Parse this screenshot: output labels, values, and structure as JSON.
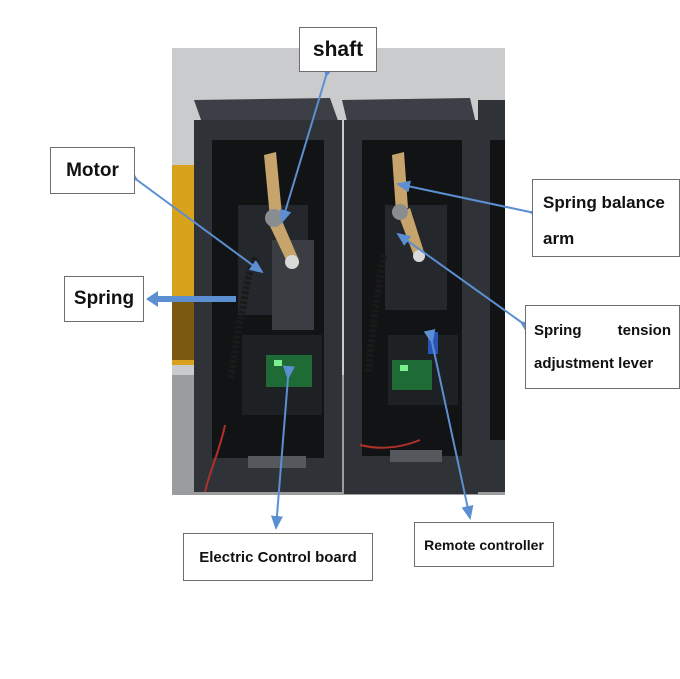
{
  "labels": {
    "shaft": "shaft",
    "motor": "Motor",
    "spring": "Spring",
    "spring_balance_arm": "Spring balance arm",
    "spring_tension_adjustment_lever": "Spring tension adjustment lever",
    "electric_control_board": "Electric Control board",
    "remote_controller": "Remote controller"
  },
  "colors": {
    "arrow": "#5b8fd1",
    "cabinet": "#2f3338",
    "cabinet_frame": "#4a4f55",
    "cabinet_interior": "#111315",
    "background_wall": "#c9cbcd",
    "floor": "#9a9c9e",
    "control_board": "#1f6b35",
    "balance_arm": "#c6a46b",
    "spring": "#1a1a1a",
    "wire": "#b0302a"
  }
}
